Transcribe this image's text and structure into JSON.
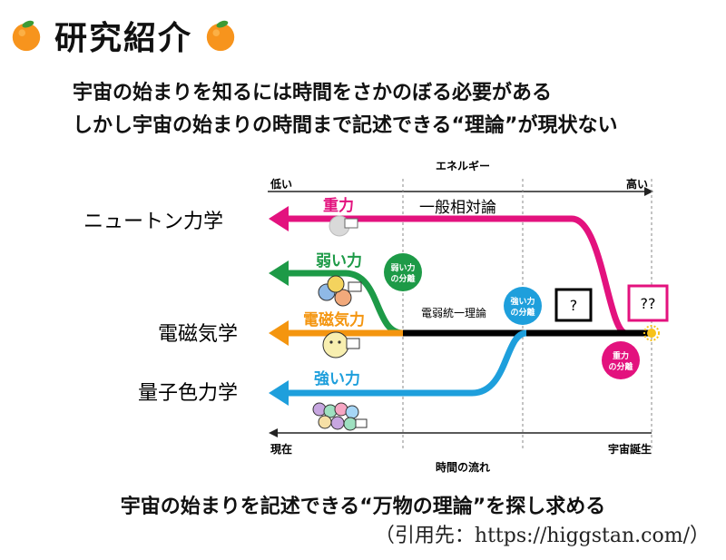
{
  "header": {
    "title": "研究紹介",
    "left_icon": "orange-icon",
    "right_icon": "orange-icon"
  },
  "subtitle": {
    "line1": "宇宙の始まりを知るには時間をさかのぼる必要がある",
    "line2": "しかし宇宙の始まりの時間まで記述できる“理論”が現状ない"
  },
  "diagram": {
    "energy_axis": {
      "label": "エネルギー",
      "low": "低い",
      "high": "高い"
    },
    "time_axis": {
      "label": "時間の流れ",
      "now": "現在",
      "birth": "宇宙誕生"
    },
    "theories": {
      "newton": "ニュートン力学",
      "electromagnetism": "電磁気学",
      "qcd": "量子色力学",
      "general_relativity": "一般相対論",
      "electroweak": "電弱統一理論"
    },
    "forces": {
      "gravity": "重力",
      "weak": "弱い力",
      "electromagnetic": "電磁気力",
      "strong": "強い力"
    },
    "badges": {
      "weak_split": [
        "弱い力",
        "の分離"
      ],
      "strong_split": [
        "強い力",
        "の分離"
      ],
      "gravity_split": [
        "重力",
        "の分離"
      ]
    },
    "unknowns": {
      "single": "?",
      "double": "??"
    },
    "colors": {
      "gravity": "#e3127e",
      "weak": "#1d9a47",
      "electromagnetic": "#f4950f",
      "strong": "#1e9fdc",
      "unified": "#000000"
    }
  },
  "conclusion": "宇宙の始まりを記述できる“万物の理論”を探し求める",
  "citation": "（引用先：https://higgstan.com/）"
}
